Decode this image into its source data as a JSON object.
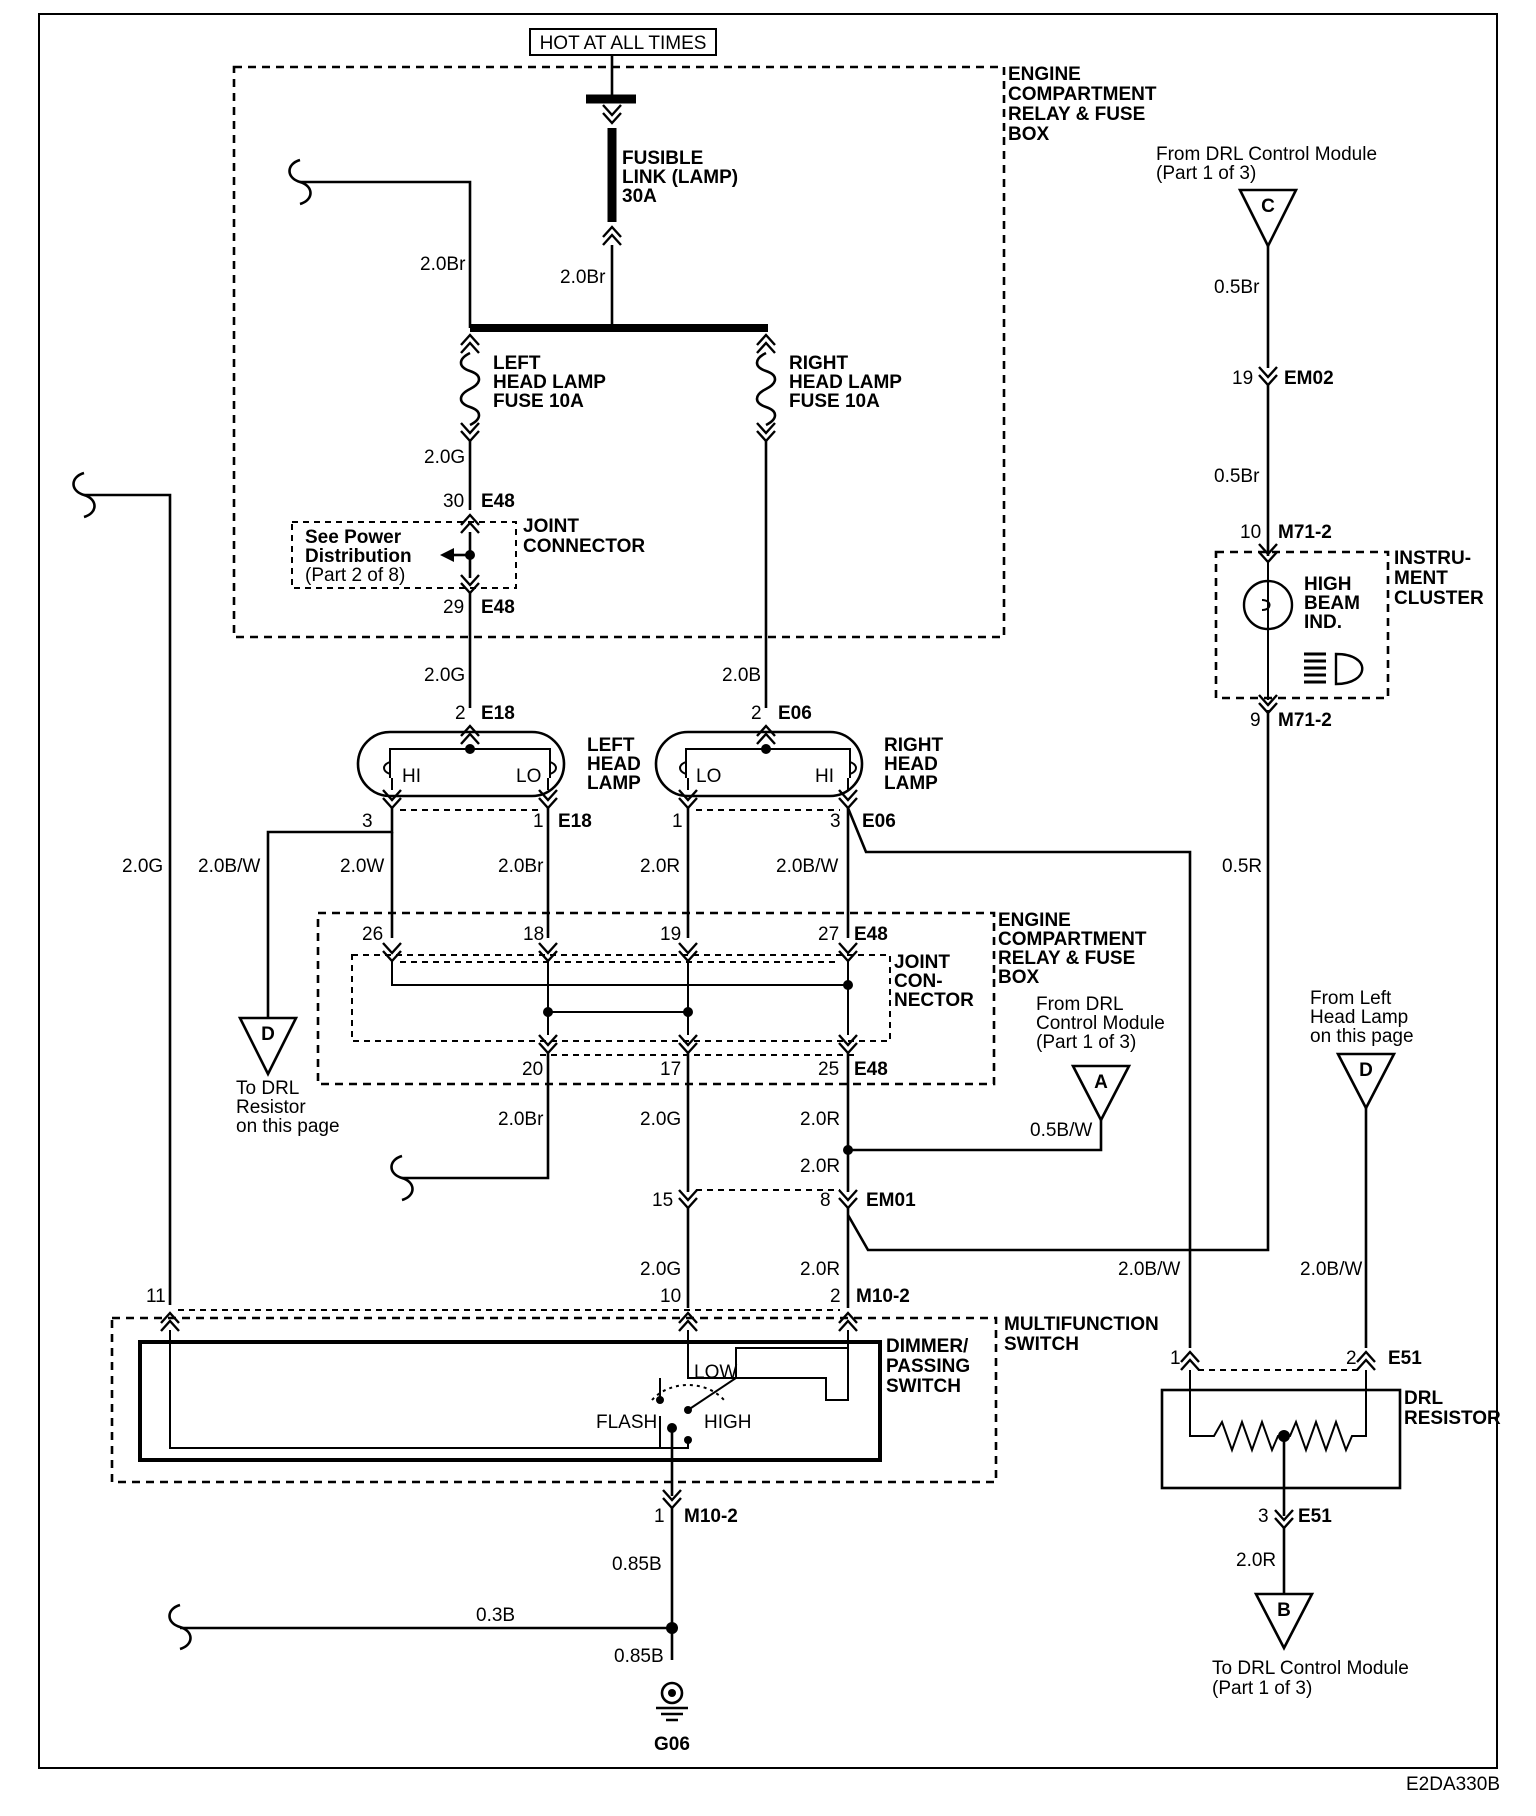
{
  "hot_at_all_times": "HOT AT ALL TIMES",
  "engine_box_top": [
    "ENGINE",
    "COMPARTMENT",
    "RELAY & FUSE",
    "BOX"
  ],
  "fusible_link": [
    "FUSIBLE",
    "LINK (LAMP)",
    "30A"
  ],
  "left_fuse": [
    "LEFT",
    "HEAD LAMP",
    "FUSE 10A"
  ],
  "right_fuse": [
    "RIGHT",
    "HEAD LAMP",
    "FUSE 10A"
  ],
  "joint_connector_top": [
    "JOINT",
    "CONNECTOR"
  ],
  "see_power": [
    "See Power",
    "Distribution",
    "(Part 2 of 8)"
  ],
  "left_head_lamp": [
    "LEFT",
    "HEAD",
    "LAMP"
  ],
  "right_head_lamp": [
    "RIGHT",
    "HEAD",
    "LAMP"
  ],
  "engine_box_mid": [
    "ENGINE",
    "COMPARTMENT",
    "RELAY & FUSE",
    "BOX"
  ],
  "joint_connector_mid": [
    "JOINT",
    "CON-",
    "NECTOR"
  ],
  "from_drl_c": [
    "From DRL Control Module",
    "(Part 1 of 3)"
  ],
  "from_drl_a": [
    "From DRL",
    "Control Module",
    "(Part 1 of 3)"
  ],
  "from_left_head_lamp": [
    "From Left",
    "Head Lamp",
    "on this page"
  ],
  "to_drl_resistor": [
    "To DRL",
    "Resistor",
    "on this page"
  ],
  "to_drl_b": [
    "To DRL Control Module",
    "(Part 1 of 3)"
  ],
  "instrument_cluster": [
    "INSTRU-",
    "MENT",
    "CLUSTER"
  ],
  "high_beam": [
    "HIGH",
    "BEAM",
    "IND."
  ],
  "multifunction_switch": [
    "MULTIFUNCTION",
    "SWITCH"
  ],
  "dimmer_switch": [
    "DIMMER/",
    "PASSING",
    "SWITCH"
  ],
  "switch_positions": {
    "low": "LOW",
    "flash": "FLASH",
    "high": "HIGH"
  },
  "drl_resistor": [
    "DRL",
    "RESISTOR"
  ],
  "ground": "G06",
  "figure_code": "E2DA330B",
  "lamp_labels": {
    "hi": "HI",
    "lo": "LO"
  },
  "connector_tags": {
    "c": "C",
    "a": "A",
    "d_left": "D",
    "d_right": "D",
    "b": "B"
  },
  "wires": {
    "w_20br_a": "2.0Br",
    "w_20br_b": "2.0Br",
    "w_20g_fuse": "2.0G",
    "w_20g_e18": "2.0G",
    "w_20b_e06": "2.0B",
    "w_05br_c": "0.5Br",
    "w_05br_m71": "0.5Br",
    "w_05r": "0.5R",
    "w_20g_left": "2.0G",
    "w_20bw_left": "2.0B/W",
    "w_20w": "2.0W",
    "w_20br_lo": "2.0Br",
    "w_20r_lo": "2.0R",
    "w_20bw_hi": "2.0B/W",
    "w_20br_20": "2.0Br",
    "w_20g_17": "2.0G",
    "w_20r_25": "2.0R",
    "w_05bw": "0.5B/W",
    "w_20r_em01": "2.0R",
    "w_20g_m10": "2.0G",
    "w_20r_m10": "2.0R",
    "w_20bw_m71": "2.0B/W",
    "w_20bw_d": "2.0B/W",
    "w_085b_a": "0.85B",
    "w_03b": "0.3B",
    "w_085b_b": "0.85B",
    "w_20r_e51": "2.0R"
  },
  "pins": {
    "p30": "30",
    "e48_30": "E48",
    "p29": "29",
    "e48_29": "E48",
    "p2_e18": "2",
    "e18_top": "E18",
    "p2_e06": "2",
    "e06_top": "E06",
    "p3_left": "3",
    "p1_left": "1",
    "e18_bot": "E18",
    "p1_right": "1",
    "p3_right": "3",
    "e06_bot": "E06",
    "p26": "26",
    "p18": "18",
    "p19": "19",
    "p27": "27",
    "e48_27": "E48",
    "p20": "20",
    "p17": "17",
    "p25": "25",
    "e48_25": "E48",
    "p15": "15",
    "p8": "8",
    "em01": "EM01",
    "p11": "11",
    "p10": "10",
    "p2_m10": "2",
    "m10_top": "M10-2",
    "p1_m10": "1",
    "m10_bot": "M10-2",
    "p19_em02": "19",
    "em02": "EM02",
    "p10_m71": "10",
    "m71_top": "M71-2",
    "p9_m71": "9",
    "m71_bot": "M71-2",
    "p1_e51": "1",
    "p2_e51": "2",
    "e51_top": "E51",
    "p3_e51": "3",
    "e51_bot": "E51"
  }
}
